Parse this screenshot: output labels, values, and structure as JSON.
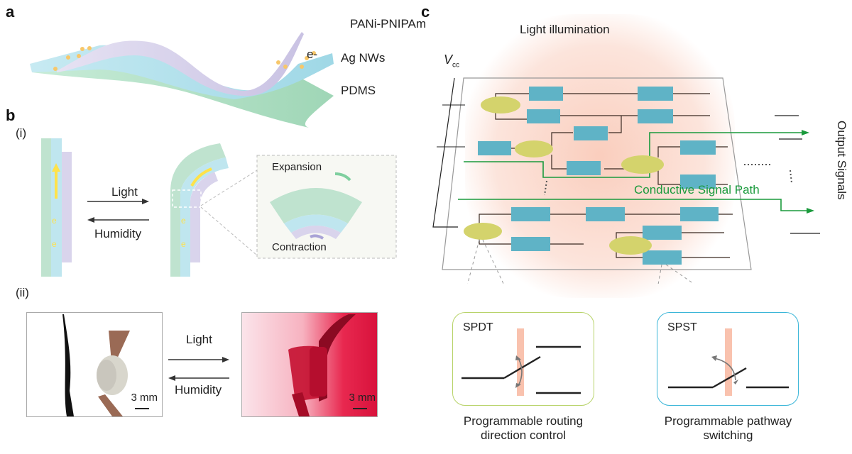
{
  "panels": {
    "a": {
      "letter": "a",
      "layers": [
        "PANi-PNIPAm",
        "Ag NWs",
        "PDMS"
      ],
      "electron_label": "e-"
    },
    "b": {
      "letter": "b",
      "sub_i": "(i)",
      "sub_ii": "(ii)",
      "forward_label": "Light",
      "reverse_label": "Humidity",
      "inset_top": "Expansion",
      "inset_bottom": "Contraction",
      "electron_label": "e-",
      "photo_forward_label": "Light",
      "photo_reverse_label": "Humidity",
      "scale_bar_left": "3 mm",
      "scale_bar_right": "3 mm"
    },
    "c": {
      "letter": "c",
      "title": "Light illumination",
      "vcc_main": "V",
      "vcc_sub": "cc",
      "signal_path_label": "Conductive Signal Path",
      "output_label": "Output Signals",
      "spdt": {
        "title": "SPDT",
        "caption_line1": "Programmable routing",
        "caption_line2": "direction control"
      },
      "spst": {
        "title": "SPST",
        "caption_line1": "Programmable pathway",
        "caption_line2": "switching"
      }
    }
  },
  "colors": {
    "pani": "#d9d4ec",
    "agnw": "#bfe6ef",
    "pdms": "#bfe3cf",
    "signal_green": "#1a9a3c",
    "spdt_border": "#b8d36a",
    "spst_border": "#3bb6d8",
    "illumination": "#f7b39a",
    "switch_block": "#5fb3c6",
    "ellipse_switch": "#d4d36c"
  }
}
